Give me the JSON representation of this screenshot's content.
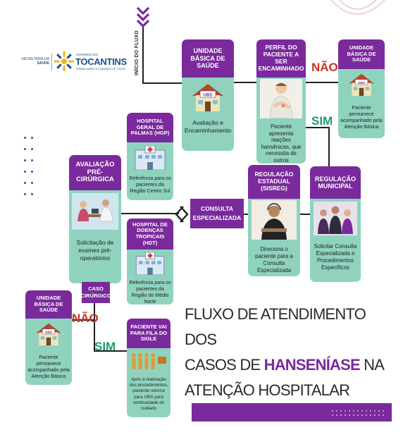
{
  "logo": {
    "secretaria_line1": "SECRETARIA DA",
    "secretaria_line2": "SAÚDE",
    "governo": "GOVERNO DO",
    "state": "TOCANTINS",
    "slogan": "TRABALHANDO E CUIDANDO DE TODOS"
  },
  "start_label": "INÍCIO DO FLUXO",
  "ubs_initial": {
    "title": "UNIDADE BÁSICA DE SAÚDE",
    "sign": "UBS",
    "text": "Avaliação  e Encaminhamento"
  },
  "perfil": {
    "title": "PERFIL DO PACIENTE A SER ENCAMINHADO",
    "text": "Paciente apresenta reações hansênicas, que necessita de outros procedimentos ?"
  },
  "answer_no": "NÃO",
  "answer_yes": "SIM",
  "ubs_right": {
    "title": "UNIDADE BÁSICA DE SAÚDE",
    "sign": "UBS",
    "text": "Paciente permanece acompanhado pela Atenção Básica"
  },
  "hgp": {
    "title": "HOSPITAL GERAL DE PALMAS (HGP)",
    "text": "Referência para os pacientes da Região Centro Sul"
  },
  "avaliacao": {
    "title": "AVALIAÇÃO PRÉ-CIRÚRGICA",
    "text": "Solicitação de exames pré-operatórios"
  },
  "consulta": {
    "title": "CONSULTA ESPECIALIZADA"
  },
  "sisreg": {
    "title": "REGULAÇÃO ESTADUAL (SISREG)",
    "text": "Direciona o paciente para a Consulta Especializada"
  },
  "municipal": {
    "title": "REGULAÇÃO MUNICIPAL",
    "text": "Solicitar Consulta Especializada e Procedimentos Específicos"
  },
  "hdt": {
    "title": "HOSPITAL DE DOENÇAS TROPICAIS (HDT)",
    "text": "Referência para os pacientes da Região do Médio Norte"
  },
  "caso": {
    "title": "CASO CIRÚRGICO"
  },
  "ubs_left": {
    "title": "UNIDADE BÁSICA DE SAÚDE",
    "sign": "UBS",
    "text": "Paciente permanece acompanhado pela Atenção Básica"
  },
  "sigle": {
    "title": "PACIENTE VAI PARA FILA DO SIGLE",
    "text": "Após a realização dos procedimentos, paciente retorna para UBS para continuidade do cuidado"
  },
  "headline": {
    "line1": "FLUXO DE ATENDIMENTO DOS",
    "line2_a": "CASOS DE ",
    "line2_b": "HANSENÍASE",
    "line2_c": " NA",
    "line3": "ATENÇÃO HOSPITALAR"
  },
  "colors": {
    "purple": "#7a2a9c",
    "teal": "#8fd3bf",
    "dark": "#1f1f1f",
    "green": "#1e9c6e",
    "red": "#c8341f",
    "logo_blue": "#1b4f8a",
    "logo_gold": "#f2b21b"
  }
}
